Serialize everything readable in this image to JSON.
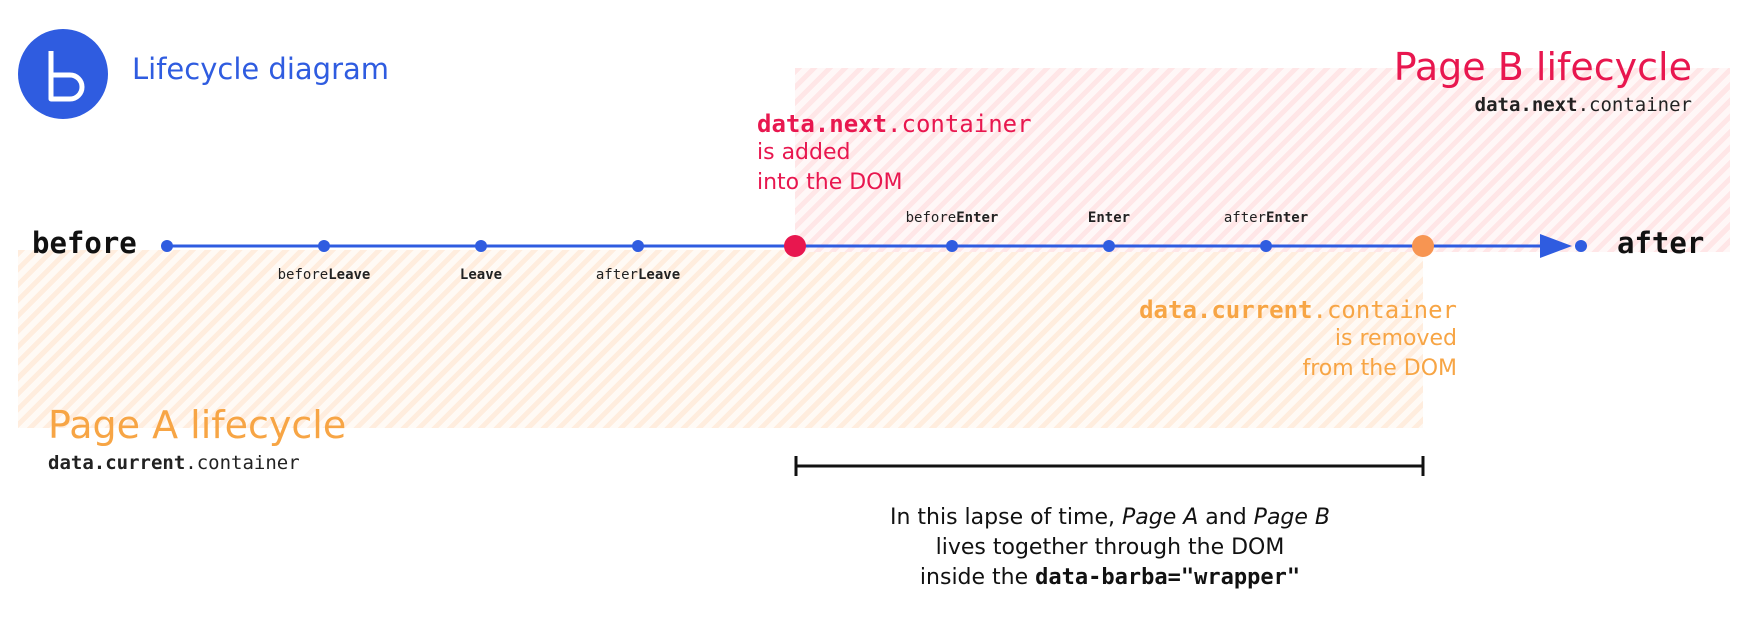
{
  "header": {
    "title": "Lifecycle diagram"
  },
  "timeline": {
    "start_label": "before",
    "end_label": "after",
    "hooks_leave": [
      {
        "prefix": "before",
        "name": "Leave"
      },
      {
        "prefix": "",
        "name": "Leave"
      },
      {
        "prefix": "after",
        "name": "Leave"
      }
    ],
    "hooks_enter": [
      {
        "prefix": "before",
        "name": "Enter"
      },
      {
        "prefix": "",
        "name": "Enter"
      },
      {
        "prefix": "after",
        "name": "Enter"
      }
    ]
  },
  "page_a": {
    "title": "Page A lifecycle",
    "sub_bold": "data.current",
    "sub_rest": ".container"
  },
  "page_b": {
    "title": "Page B lifecycle",
    "sub_bold": "data.next",
    "sub_rest": ".container"
  },
  "next_added": {
    "code_bold": "data.next",
    "code_rest": ".container",
    "line1": "is added",
    "line2": "into the DOM"
  },
  "current_removed": {
    "code_bold": "data.current",
    "code_rest": ".container",
    "line1": "is removed",
    "line2": "from the DOM"
  },
  "overlap_note": {
    "l1_a": "In this lapse of time, ",
    "l1_b": "Page A",
    "l1_c": " and ",
    "l1_d": "Page B",
    "line2": "lives together through the DOM",
    "l3_a": "inside the ",
    "l3_code": "data-barba=\"wrapper\""
  },
  "colors": {
    "accent_blue": "#2f5ce0",
    "page_a_orange": "#f7a545",
    "page_b_pink": "#e8174f"
  }
}
